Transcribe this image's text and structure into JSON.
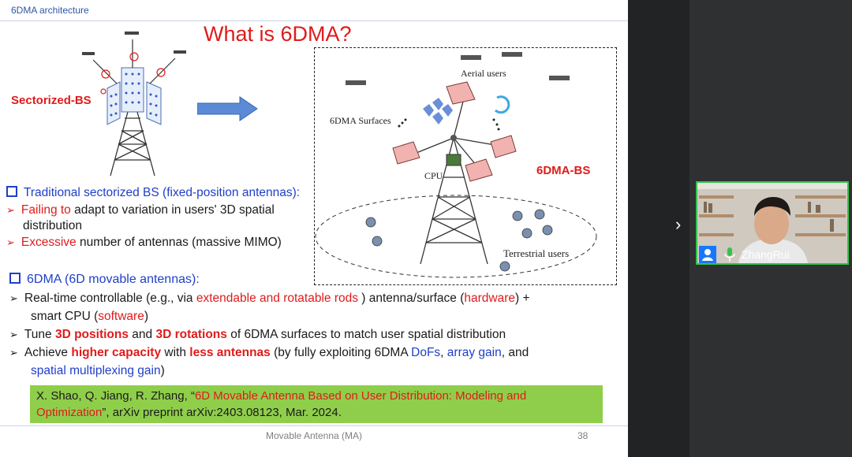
{
  "slide": {
    "header": "6DMA architecture",
    "title": "What is 6DMA?",
    "footer_center": "Movable Antenna (MA)",
    "page_number": "38",
    "left_figure": {
      "label": "Sectorized-BS"
    },
    "right_figure": {
      "aerial_users": "Aerial users",
      "surfaces": "6DMA Surfaces",
      "cpu": "CPU",
      "bs_label": "6DMA-BS",
      "terrestrial_users": "Terrestrial users"
    },
    "traditional": {
      "heading": "Traditional sectorized BS (fixed-position antennas):",
      "b1_red": "Failing to",
      "b1_rest": " adapt to variation in users' 3D spatial",
      "b1_cont": "distribution",
      "b2_red": "Excessive",
      "b2_rest": " number of antennas (massive MIMO)"
    },
    "sixdma": {
      "heading": "6DMA (6D movable antennas):",
      "b1_a": "Real-time controllable (e.g., via ",
      "b1_red": "extendable and rotatable rods",
      "b1_b": " ) antenna/surface (",
      "b1_red2": "hardware",
      "b1_c": ") +",
      "b1_cont_a": "smart CPU (",
      "b1_cont_red": "software",
      "b1_cont_b": ")",
      "b2_a": "Tune ",
      "b2_red": "3D positions",
      "b2_b": " and ",
      "b2_red2": "3D rotations",
      "b2_c": " of 6DMA surfaces to match user spatial distribution",
      "b3_a": "Achieve ",
      "b3_red": "higher capacity",
      "b3_b": " with ",
      "b3_red2": "less antennas",
      "b3_c": " (by fully exploiting 6DMA ",
      "b3_blue1": "DoFs",
      "b3_d": ", ",
      "b3_blue2": "array gain",
      "b3_e": ", and",
      "b3_cont": "spatial multiplexing gain",
      "b3_cont_end": ")"
    },
    "reference": {
      "authors": "X. Shao, Q. Jiang, R. Zhang, “",
      "title_a": "6D Movable Antenna Based on User Distribution: Modeling and",
      "title_b": "Optimization",
      "rest": "”, arXiv preprint arXiv:2403.08123, Mar. 2024."
    }
  },
  "video": {
    "participant_name": "ZhangRui"
  },
  "nav": {
    "chevron": "›"
  }
}
